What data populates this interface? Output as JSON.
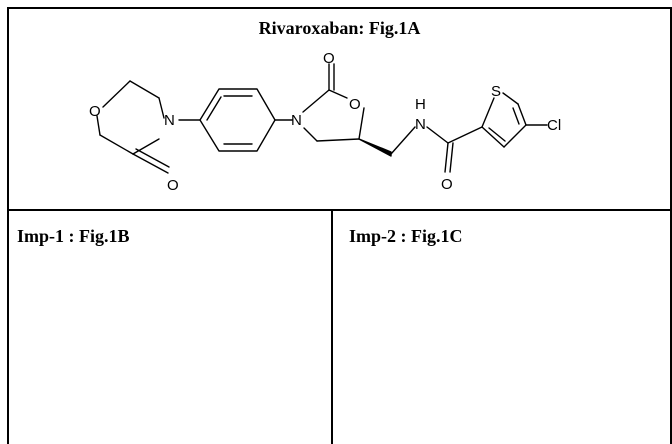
{
  "table": {
    "top_cell_title": "Rivaroxaban: Fig.1A",
    "left_cell_title": "Imp-1 : Fig.1B",
    "right_cell_title": "Imp-2 : Fig.1C"
  },
  "structure": {
    "atom_labels": {
      "morpholine_o": "O",
      "morpholine_n": "N",
      "keto_o": "O",
      "oxazolidinone_carbonyl_o": "O",
      "oxazolidinone_ring_o": "O",
      "oxazolidinone_n": "N",
      "amide_nh_h": "H",
      "amide_nh_n": "N",
      "amide_o": "O",
      "thiophene_s": "S",
      "chlorine": "Cl"
    }
  }
}
